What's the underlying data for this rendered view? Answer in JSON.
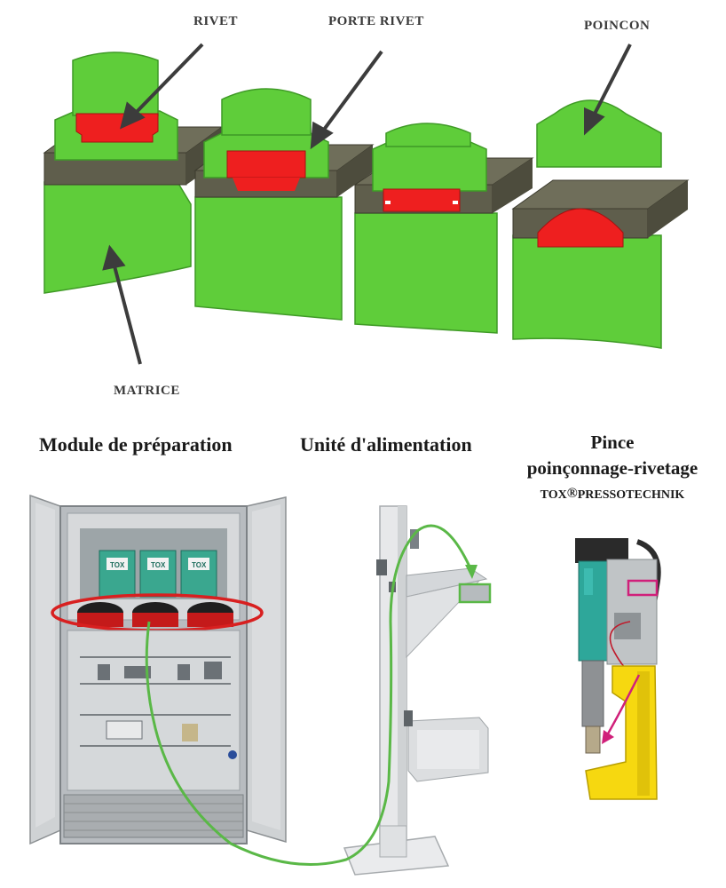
{
  "labels": {
    "rivet": "RIVET",
    "porte_rivet": "PORTE RIVET",
    "poincon": "POINCON",
    "matrice": "MATRICE"
  },
  "sections": {
    "module": "Module de préparation",
    "unite": "Unité d'alimentation",
    "pince_line1": "Pince",
    "pince_line2": "poinçonnage-rivetage",
    "pince_brand": "TOX",
    "pince_brand_reg": "®",
    "pince_brand_rest": "PRESSOTECHNIK"
  },
  "equipment": {
    "bowl_label": "TOX"
  },
  "colors": {
    "tool_green": "#5fcd3a",
    "tool_green_dark": "#3f9a26",
    "rivet_red": "#ee1f1f",
    "sheet_gray": "#5f5e4c",
    "cable_green": "#5ab847",
    "ellipse_red": "#d82020",
    "pince_yellow": "#f6d810",
    "pince_teal": "#2ea79a",
    "marker_magenta": "#d0207a"
  }
}
